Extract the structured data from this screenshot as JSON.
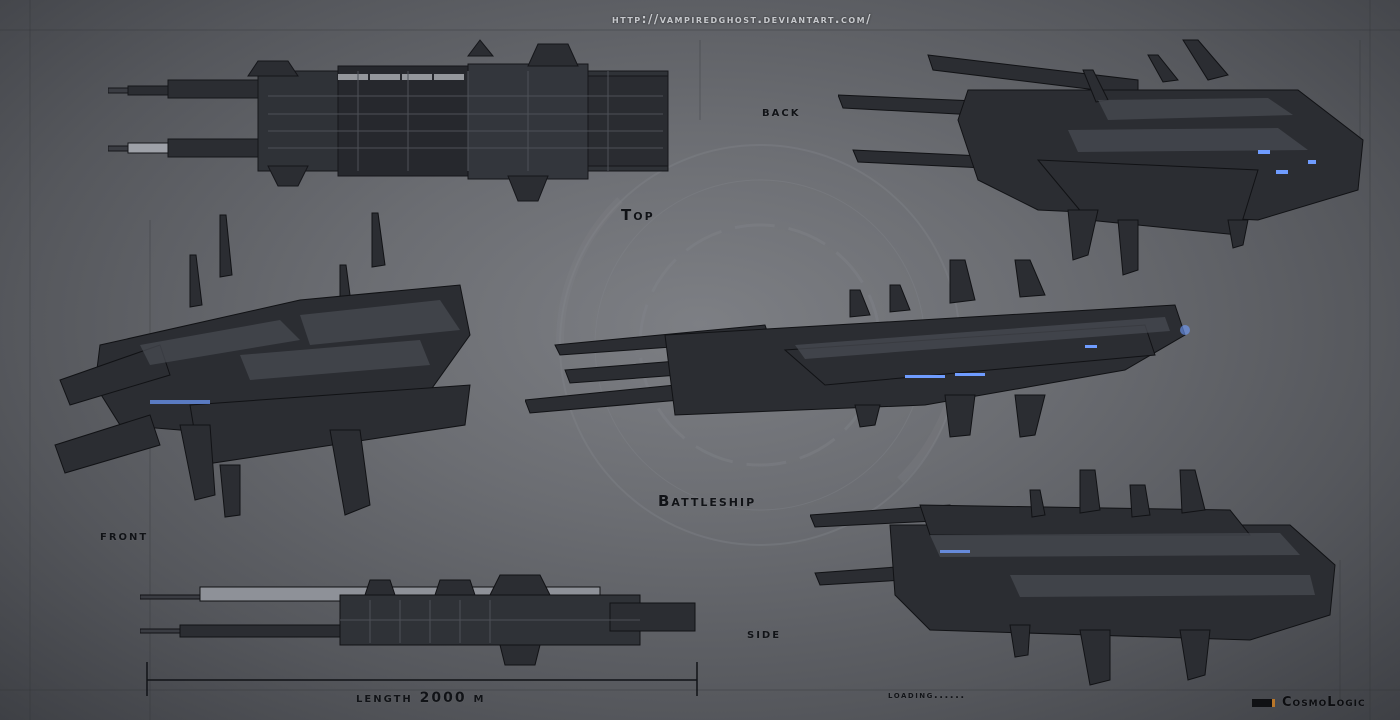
{
  "sheet": {
    "url": "http://vampiredghost.deviantart.com/",
    "views": {
      "back": "back",
      "top": "Top",
      "front": "front",
      "side": "side"
    },
    "title": "Battleship",
    "length_label": "length 2000 m",
    "loading_text": "loading......",
    "signature": "CosmoLogic"
  },
  "colors": {
    "background": "#6b6d72",
    "hull": "#2b2d32",
    "hull_light": "#4a4d54",
    "hull_dark": "#16171a",
    "panel_highlight": "#b9bcc2",
    "engine_glow": "#6f9cff",
    "label": "#111317",
    "accent": "#b8762a"
  }
}
